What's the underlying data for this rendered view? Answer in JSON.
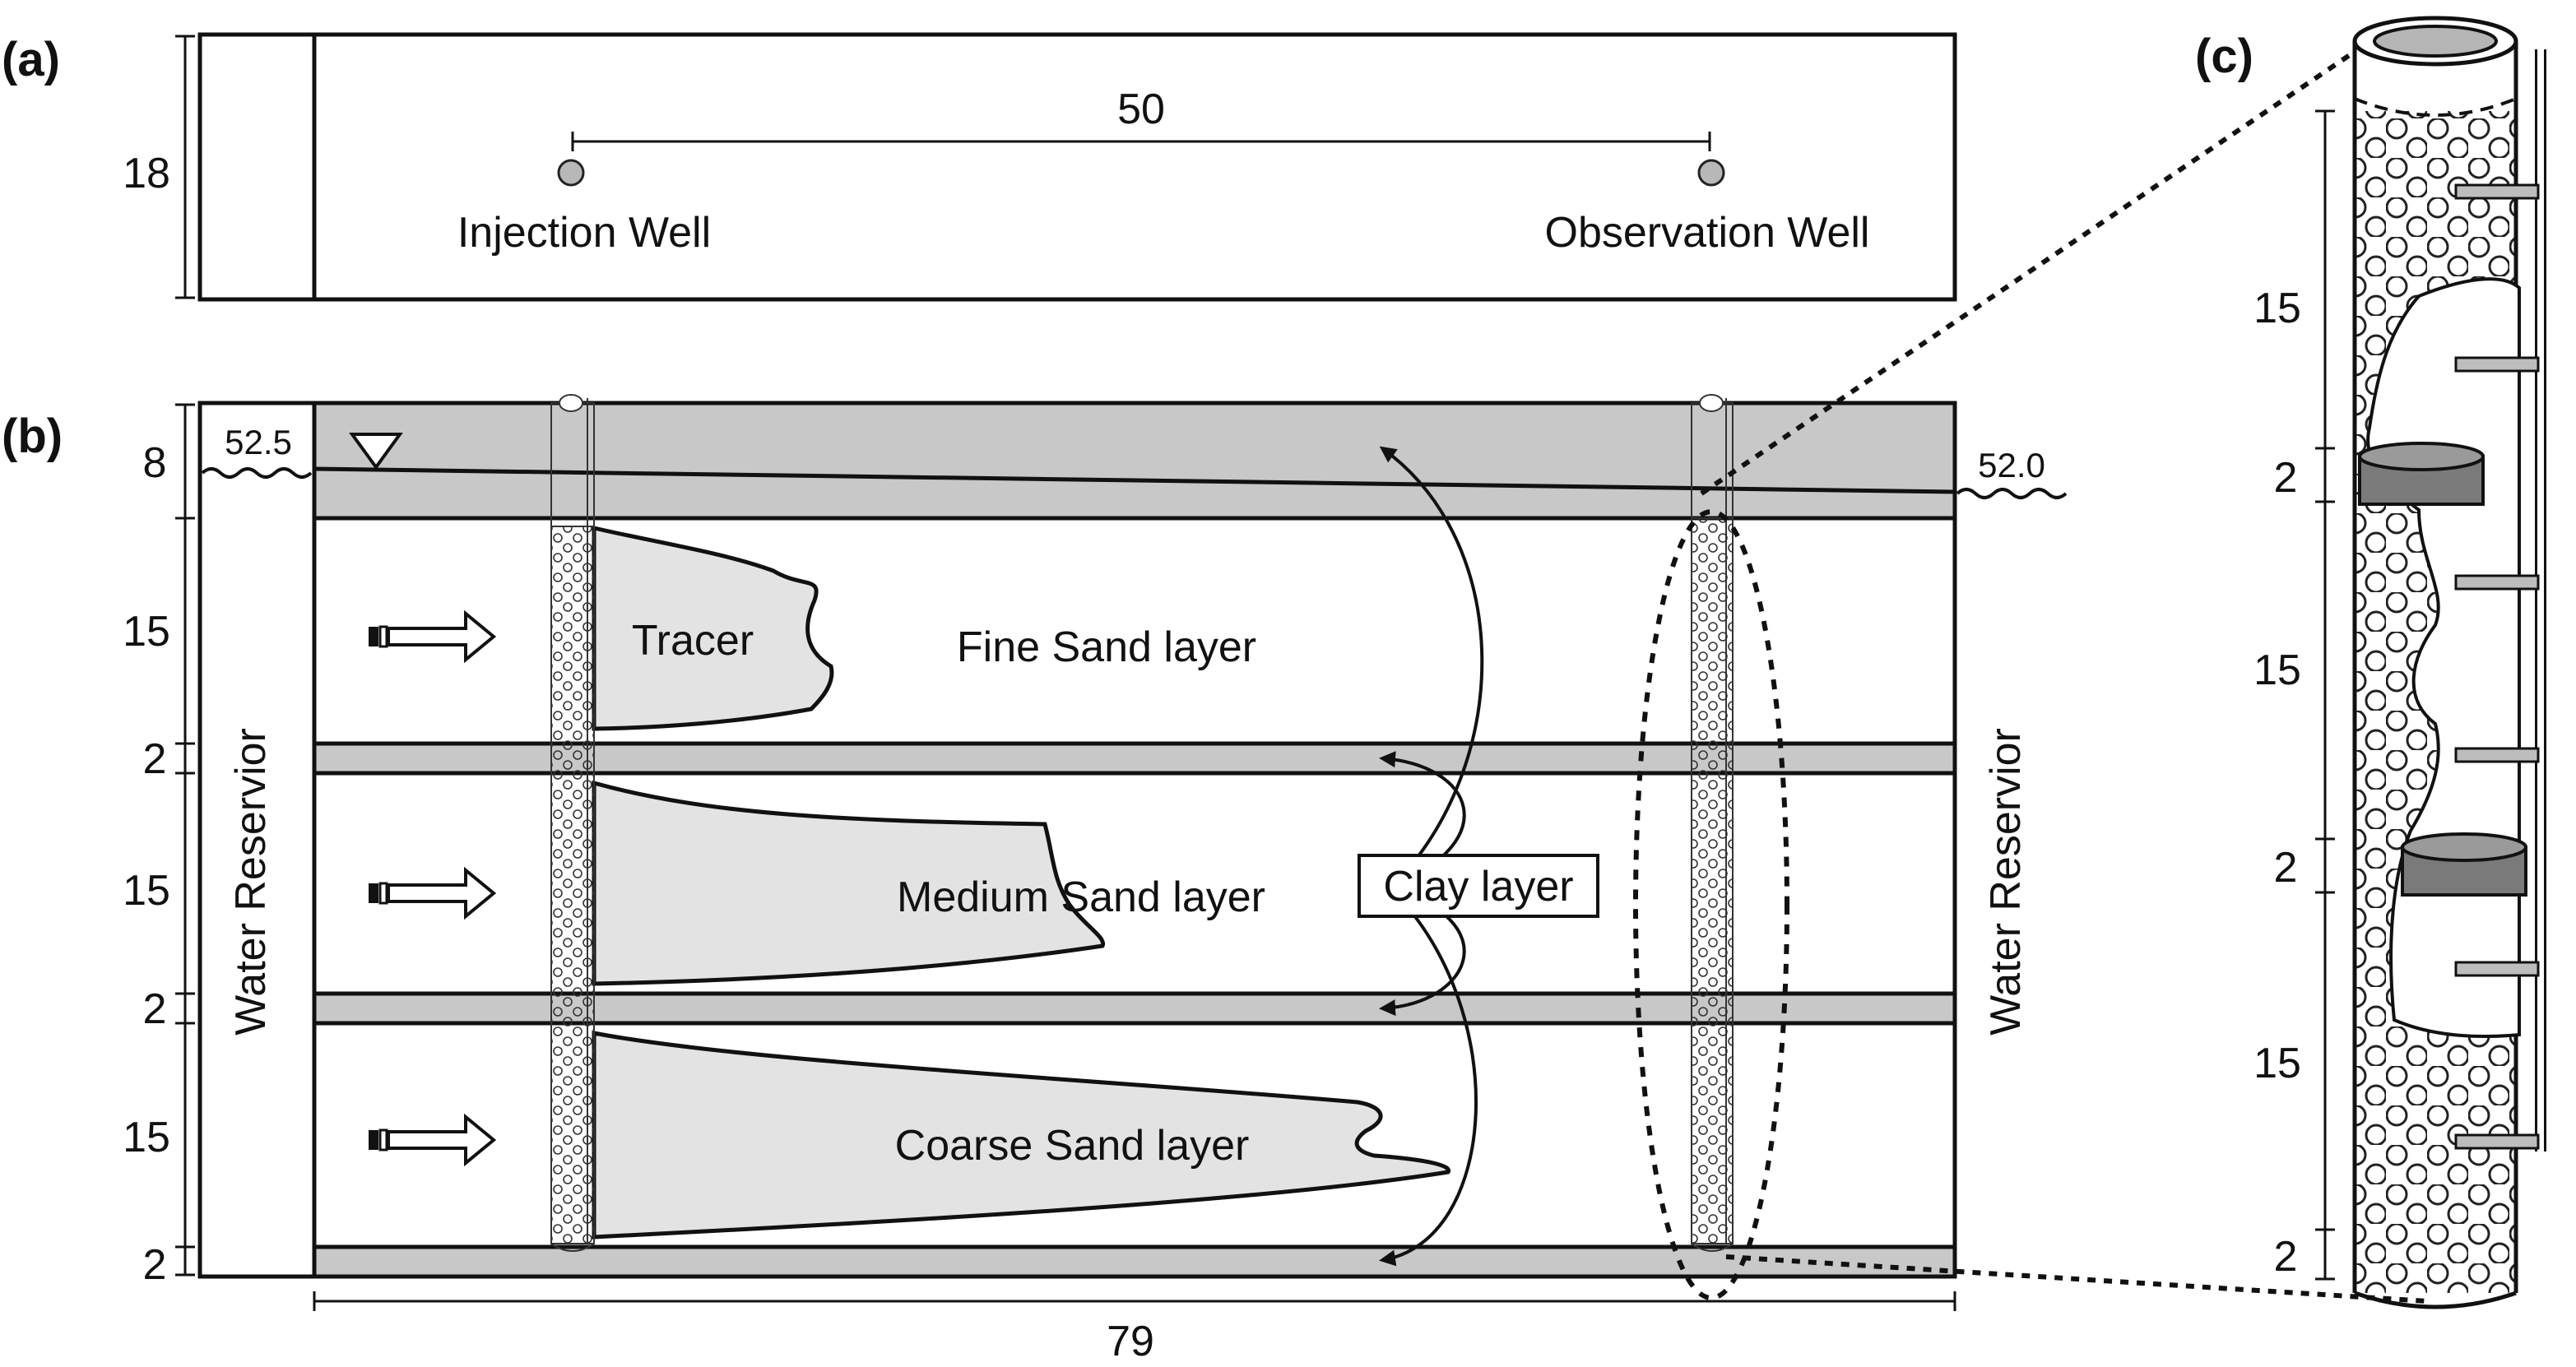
{
  "panel_a": {
    "label": "(a)",
    "height_dim": "18",
    "well_distance": "50",
    "injection_well": "Injection Well",
    "observation_well": "Observation Well"
  },
  "panel_b": {
    "label": "(b)",
    "head_left": "52.5",
    "head_right": "52.0",
    "reservoir_left": "Water Reservior",
    "reservoir_right": "Water Reservior",
    "length_dim": "79",
    "layer_dims": [
      "8",
      "15",
      "2",
      "15",
      "2",
      "15",
      "2"
    ],
    "tracer": "Tracer",
    "fine_layer": "Fine Sand layer",
    "medium_layer": "Medium Sand layer",
    "coarse_layer": "Coarse Sand layer",
    "clay_layer": "Clay layer"
  },
  "panel_c": {
    "label": "(c)",
    "dims": [
      "15",
      "2",
      "15",
      "2",
      "15",
      "2"
    ]
  },
  "colors": {
    "clay": "#c8c8c8",
    "tracer": "#e3e3e3",
    "packer": "#7a7a7a",
    "port": "#bdbdbd",
    "well_marker": "#b8b8b8",
    "line": "#111111"
  }
}
